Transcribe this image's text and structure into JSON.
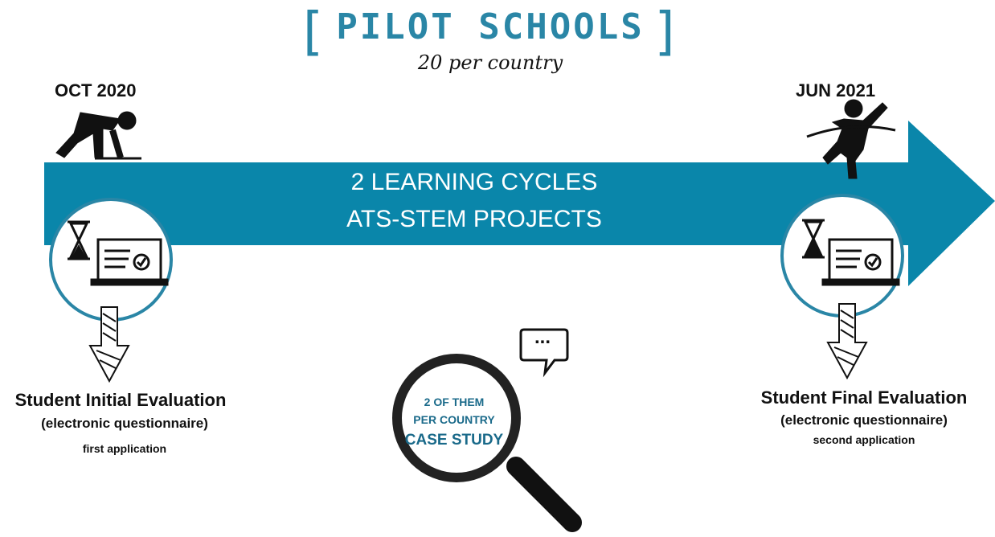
{
  "header": {
    "title": "PILOT SCHOOLS",
    "subtitle": "20 per country",
    "bracket_left": "[",
    "bracket_right": "]"
  },
  "timeline": {
    "start_date": "OCT 2020",
    "end_date": "JUN 2021",
    "arrow_line1": "2 LEARNING CYCLES",
    "arrow_line2": "ATS-STEM PROJECTS"
  },
  "initial_evaluation": {
    "title": "Student Initial Evaluation",
    "subtitle": "(electronic questionnaire)",
    "application": "first application"
  },
  "final_evaluation": {
    "title": "Student Final Evaluation",
    "subtitle": "(electronic questionnaire)",
    "application": "second application"
  },
  "case_study": {
    "line1": "2 OF THEM",
    "line2": "PER COUNTRY",
    "line3": "CASE STUDY",
    "bubble": "..."
  },
  "colors": {
    "arrow": "#0a86aa",
    "ring": "#2a86a6",
    "title": "#2a86a6"
  },
  "icons": [
    "sprinter-start-icon",
    "runner-finish-icon",
    "hourglass-icon",
    "laptop-checklist-icon",
    "down-arrow-icon",
    "magnifier-icon",
    "speech-bubble-icon"
  ]
}
